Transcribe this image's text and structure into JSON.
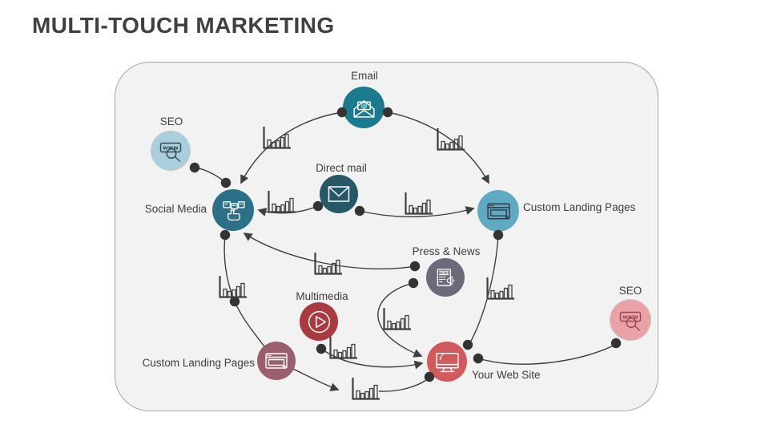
{
  "title": "MULTI-TOUCH MARKETING",
  "colors": {
    "title": "#404040",
    "line": "#3f3f3f",
    "dot": "#333333",
    "arrow": "#3f3f3f",
    "bar_icon": "#3f3f3f"
  },
  "panel": {
    "background": "#f2f2f2",
    "border": "#a6a6a6"
  },
  "diagram": {
    "nodes": [
      {
        "id": "email",
        "label": "Email",
        "icon": "open-email-icon",
        "color": "#1b7a8e",
        "icon_color": "#ffffff"
      },
      {
        "id": "seo-top-left",
        "label": "SEO",
        "icon": "www-search-icon",
        "icon_text": "www",
        "color": "#a9cedd",
        "icon_color": "#37474f"
      },
      {
        "id": "direct-mail",
        "label": "Direct mail",
        "icon": "envelope-icon",
        "color": "#27586a",
        "icon_color": "#ffffff"
      },
      {
        "id": "social-media",
        "label": "Social Media",
        "icon": "social-share-icon",
        "color": "#2b7086",
        "icon_color": "#ffffff"
      },
      {
        "id": "custom-landing-pages-right",
        "label": "Custom Landing Pages",
        "icon": "browser-window-icon",
        "color": "#60a9c2",
        "icon_color": "#2b3a44"
      },
      {
        "id": "press-news",
        "label": "Press & News",
        "icon": "newspaper-icon",
        "icon_text": "NEWS",
        "color": "#6a6a7a",
        "icon_color": "#ffffff"
      },
      {
        "id": "multimedia",
        "label": "Multimedia",
        "icon": "play-icon",
        "color": "#a93a40",
        "icon_color": "#ffffff"
      },
      {
        "id": "seo-right",
        "label": "SEO",
        "icon": "www-search-icon",
        "icon_text": "www",
        "color": "#eba2a7",
        "icon_color": "#9c4350"
      },
      {
        "id": "custom-landing-pages-bottom",
        "label": "Custom Landing Pages",
        "icon": "browser-window-icon",
        "color": "#9a5f6d",
        "icon_color": "#ffffff"
      },
      {
        "id": "your-web-site",
        "label": "Your Web Site",
        "icon": "monitor-icon",
        "color": "#d05a5c",
        "icon_color": "#ffffff"
      }
    ],
    "connections": [
      {
        "from": "seo-top-left",
        "to": "social-media",
        "style": "dot-to-dot",
        "bar_chart_marker": false
      },
      {
        "from": "email",
        "to": "social-media",
        "style": "dot-to-arrow",
        "bar_chart_marker": true
      },
      {
        "from": "email",
        "to": "custom-landing-pages-right",
        "style": "dot-to-arrow",
        "bar_chart_marker": true
      },
      {
        "from": "direct-mail",
        "to": "social-media",
        "style": "dot-to-arrow",
        "bar_chart_marker": true
      },
      {
        "from": "direct-mail",
        "to": "custom-landing-pages-right",
        "style": "dot-to-arrow",
        "bar_chart_marker": true
      },
      {
        "from": "press-news",
        "to": "social-media",
        "style": "dot-to-arrow",
        "bar_chart_marker": true
      },
      {
        "from": "social-media",
        "to": "custom-landing-pages-bottom",
        "style": "dot-to-node",
        "bar_chart_marker": true
      },
      {
        "from": "press-news",
        "to": "your-web-site",
        "style": "dot-to-arrow",
        "bar_chart_marker": true
      },
      {
        "from": "multimedia",
        "to": "your-web-site",
        "style": "dot-to-arrow",
        "bar_chart_marker": true
      },
      {
        "from": "custom-landing-pages-bottom",
        "to": "your-web-site",
        "style": "arrow-to-dot",
        "bar_chart_marker": true
      },
      {
        "from": "custom-landing-pages-right",
        "to": "your-web-site",
        "style": "dot-to-dot",
        "bar_chart_marker": true
      },
      {
        "from": "your-web-site",
        "to": "seo-right",
        "style": "dot-to-dot",
        "bar_chart_marker": false
      }
    ]
  }
}
